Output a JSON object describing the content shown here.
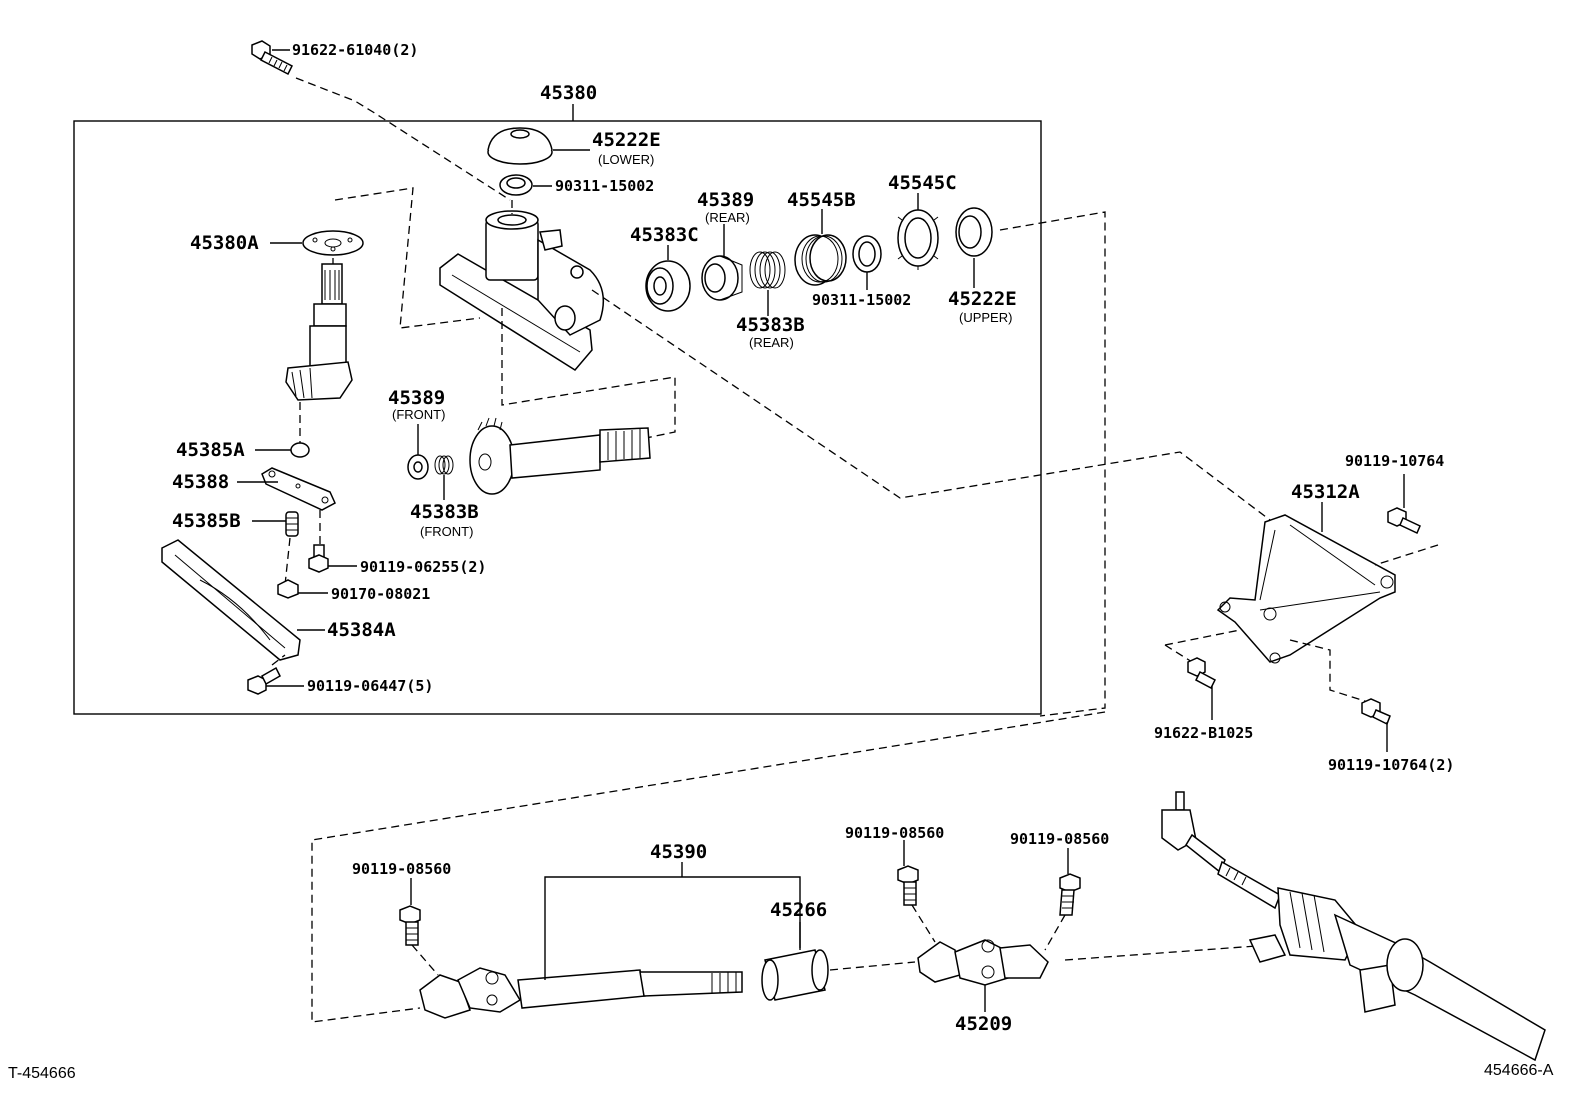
{
  "labels": {
    "p91622_61040": "91622-61040(2)",
    "p45380": "45380",
    "p45222e": "45222E",
    "lower": "(LOWER)",
    "p90311_top": "90311-15002",
    "p45389_rear": "45389",
    "rear": "(REAR)",
    "p45545b": "45545B",
    "p45545c": "45545C",
    "p45383c": "45383C",
    "p45380a": "45380A",
    "p90311_mid": "90311-15002",
    "p45222e_upper": "45222E",
    "upper": "(UPPER)",
    "p45383b_rear": "45383B",
    "rear2": "(REAR)",
    "p45389_front": "45389",
    "front": "(FRONT)",
    "p45385a": "45385A",
    "p45388": "45388",
    "p45383b_front": "45383B",
    "front2": "(FRONT)",
    "p45385b": "45385B",
    "p90119_06255": "90119-06255(2)",
    "p90170_08021": "90170-08021",
    "p45384a": "45384A",
    "p90119_06447": "90119-06447(5)",
    "p90119_10764_top": "90119-10764",
    "p45312a": "45312A",
    "p91622_b1025": "91622-B1025",
    "p90119_10764_2": "90119-10764(2)",
    "p90119_08560_a": "90119-08560",
    "p90119_08560_b": "90119-08560",
    "p90119_08560_c": "90119-08560",
    "p45390": "45390",
    "p45266": "45266",
    "p45209": "45209",
    "corner_left": "T-454666",
    "corner_right": "454666-A"
  }
}
